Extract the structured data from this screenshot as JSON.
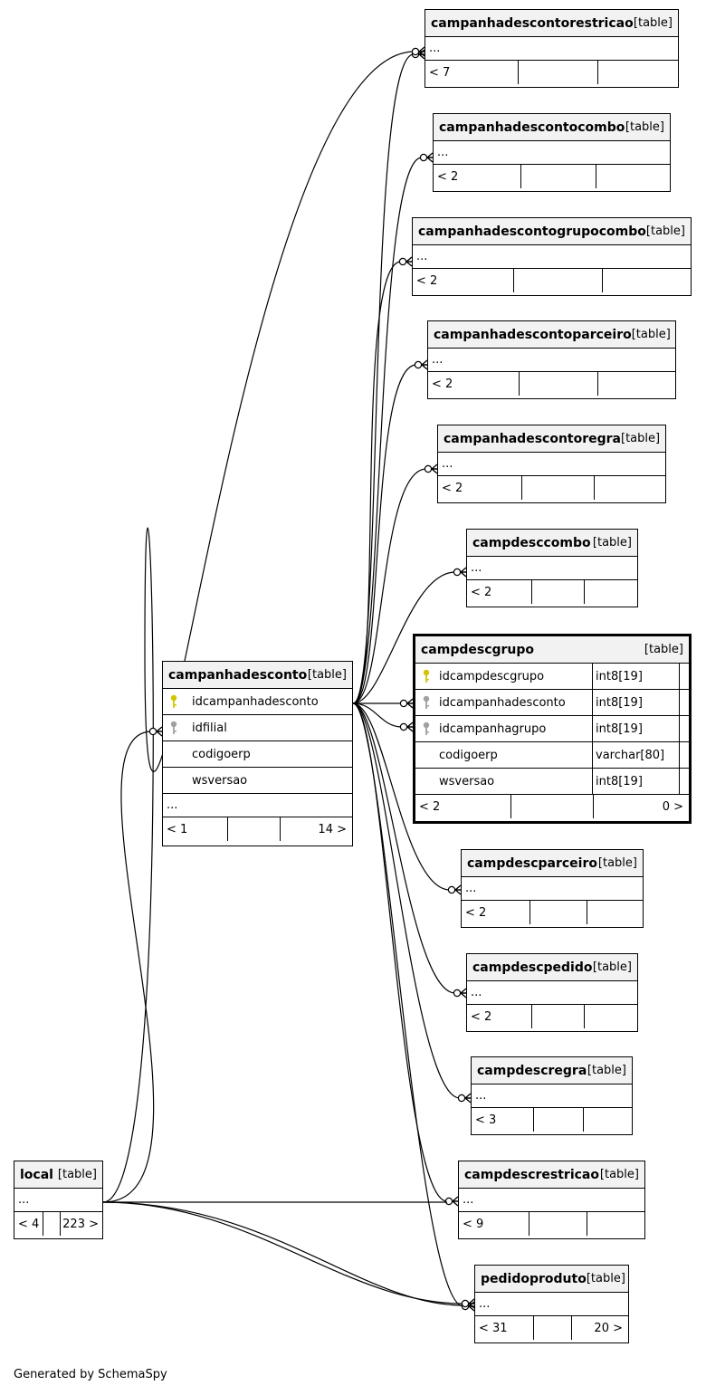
{
  "diagram": {
    "footer": "Generated by SchemaSpy",
    "tables": [
      {
        "id": "campanhadescontorestricao",
        "name": "campanhadescontorestricao",
        "kind": "[table]",
        "ellipsis": "...",
        "footer": [
          "< 7",
          "",
          ""
        ]
      },
      {
        "id": "campanhadescontocombo",
        "name": "campanhadescontocombo",
        "kind": "[table]",
        "ellipsis": "...",
        "footer": [
          "< 2",
          "",
          ""
        ]
      },
      {
        "id": "campanhadescontogrupocombo",
        "name": "campanhadescontogrupocombo",
        "kind": "[table]",
        "ellipsis": "...",
        "footer": [
          "< 2",
          "",
          ""
        ]
      },
      {
        "id": "campanhadescontoparceiro",
        "name": "campanhadescontoparceiro",
        "kind": "[table]",
        "ellipsis": "...",
        "footer": [
          "< 2",
          "",
          ""
        ]
      },
      {
        "id": "campanhadescontoregra",
        "name": "campanhadescontoregra",
        "kind": "[table]",
        "ellipsis": "...",
        "footer": [
          "< 2",
          "",
          ""
        ]
      },
      {
        "id": "campdesccombo",
        "name": "campdesccombo",
        "kind": "[table]",
        "ellipsis": "...",
        "footer": [
          "< 2",
          "",
          ""
        ]
      },
      {
        "id": "campanhadesconto",
        "name": "campanhadesconto",
        "kind": "[table]",
        "columns": [
          {
            "name": "idcampanhadesconto",
            "key": "primary"
          },
          {
            "name": "idfilial",
            "key": "foreign"
          },
          {
            "name": "codigoerp",
            "key": ""
          },
          {
            "name": "wsversao",
            "key": ""
          }
        ],
        "ellipsis": "...",
        "footer": [
          "< 1",
          "",
          "14 >"
        ]
      },
      {
        "id": "campdescgrupo",
        "name": "campdescgrupo",
        "kind": "[table]",
        "columns": [
          {
            "name": "idcampdescgrupo",
            "type": "int8[19]",
            "key": "primary"
          },
          {
            "name": "idcampanhadesconto",
            "type": "int8[19]",
            "key": "foreign"
          },
          {
            "name": "idcampanhagrupo",
            "type": "int8[19]",
            "key": "foreign"
          },
          {
            "name": "codigoerp",
            "type": "varchar[80]",
            "key": ""
          },
          {
            "name": "wsversao",
            "type": "int8[19]",
            "key": ""
          }
        ],
        "footer": [
          "< 2",
          "",
          "0 >"
        ]
      },
      {
        "id": "campdescparceiro",
        "name": "campdescparceiro",
        "kind": "[table]",
        "ellipsis": "...",
        "footer": [
          "< 2",
          "",
          ""
        ]
      },
      {
        "id": "campdescpedido",
        "name": "campdescpedido",
        "kind": "[table]",
        "ellipsis": "...",
        "footer": [
          "< 2",
          "",
          ""
        ]
      },
      {
        "id": "campdescregra",
        "name": "campdescregra",
        "kind": "[table]",
        "ellipsis": "...",
        "footer": [
          "< 3",
          "",
          ""
        ]
      },
      {
        "id": "local",
        "name": "local",
        "kind": "[table]",
        "ellipsis": "...",
        "footer": [
          "< 4",
          "",
          "223 >"
        ]
      },
      {
        "id": "campdescrestricao",
        "name": "campdescrestricao",
        "kind": "[table]",
        "ellipsis": "...",
        "footer": [
          "< 9",
          "",
          ""
        ]
      },
      {
        "id": "pedidoproduto",
        "name": "pedidoproduto",
        "kind": "[table]",
        "ellipsis": "...",
        "footer": [
          "< 31",
          "",
          "20 >"
        ]
      }
    ],
    "colors": {
      "primary_key": "#d4c400",
      "foreign_key": "#a0a0a0",
      "header_bg": "#f2f2f2",
      "line": "#000000"
    }
  }
}
